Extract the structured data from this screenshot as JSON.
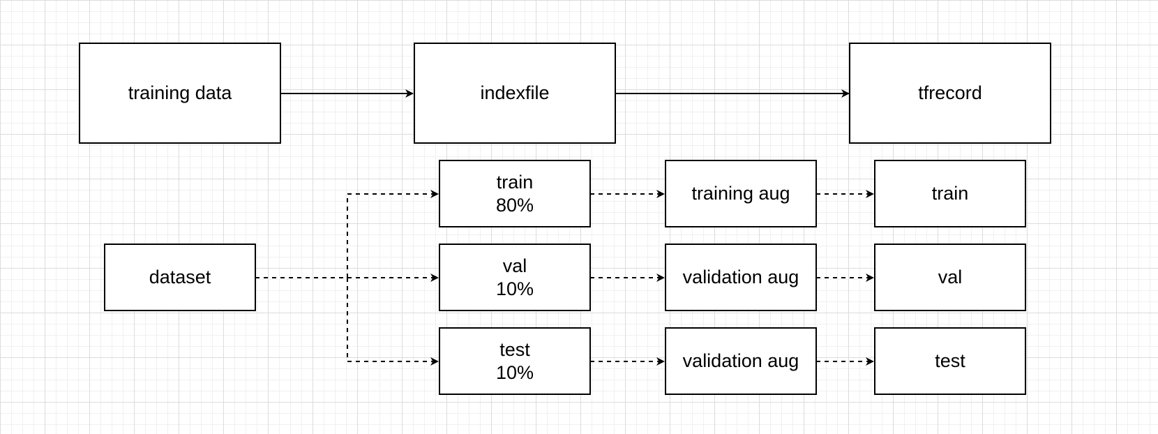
{
  "diagram": {
    "nodes": {
      "training_data": "training data",
      "indexfile": "indexfile",
      "tfrecord": "tfrecord",
      "dataset": "dataset",
      "split_train": "train\n80%",
      "split_val": "val\n10%",
      "split_test": "test\n10%",
      "aug_train": "training aug",
      "aug_val": "validation aug",
      "aug_test": "validation aug",
      "out_train": "train",
      "out_val": "val",
      "out_test": "test"
    },
    "edges": [
      {
        "from": "training_data",
        "to": "indexfile",
        "style": "solid"
      },
      {
        "from": "indexfile",
        "to": "tfrecord",
        "style": "solid"
      },
      {
        "from": "dataset",
        "to": "split_train",
        "style": "dashed"
      },
      {
        "from": "dataset",
        "to": "split_val",
        "style": "dashed"
      },
      {
        "from": "dataset",
        "to": "split_test",
        "style": "dashed"
      },
      {
        "from": "split_train",
        "to": "aug_train",
        "style": "dashed"
      },
      {
        "from": "split_val",
        "to": "aug_val",
        "style": "dashed"
      },
      {
        "from": "split_test",
        "to": "aug_test",
        "style": "dashed"
      },
      {
        "from": "aug_train",
        "to": "out_train",
        "style": "dashed"
      },
      {
        "from": "aug_val",
        "to": "out_val",
        "style": "dashed"
      },
      {
        "from": "aug_test",
        "to": "out_test",
        "style": "dashed"
      }
    ],
    "colors": {
      "stroke": "#000000",
      "node_fill": "#ffffff",
      "grid": "#dcdcdc",
      "background": "#ffffff"
    }
  }
}
